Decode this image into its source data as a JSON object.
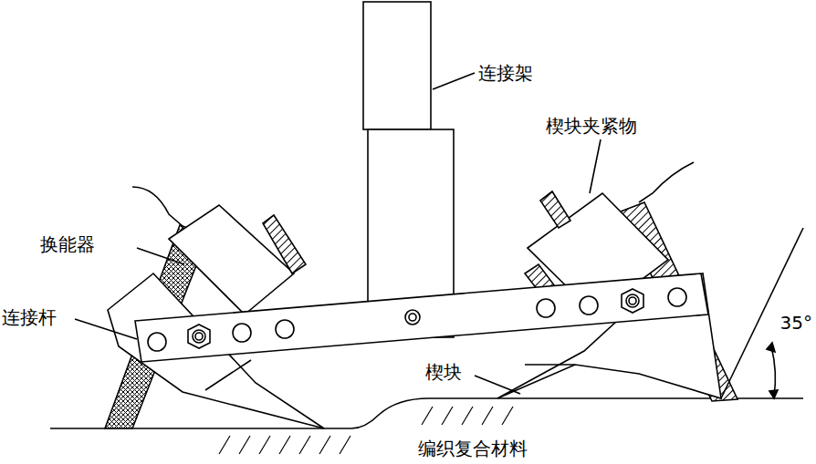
{
  "diagram": {
    "labels": [
      "连接架",
      "楔块夹紧物",
      "换能器",
      "连接杆",
      "楔块",
      "35°",
      "编织复合材料"
    ]
  }
}
